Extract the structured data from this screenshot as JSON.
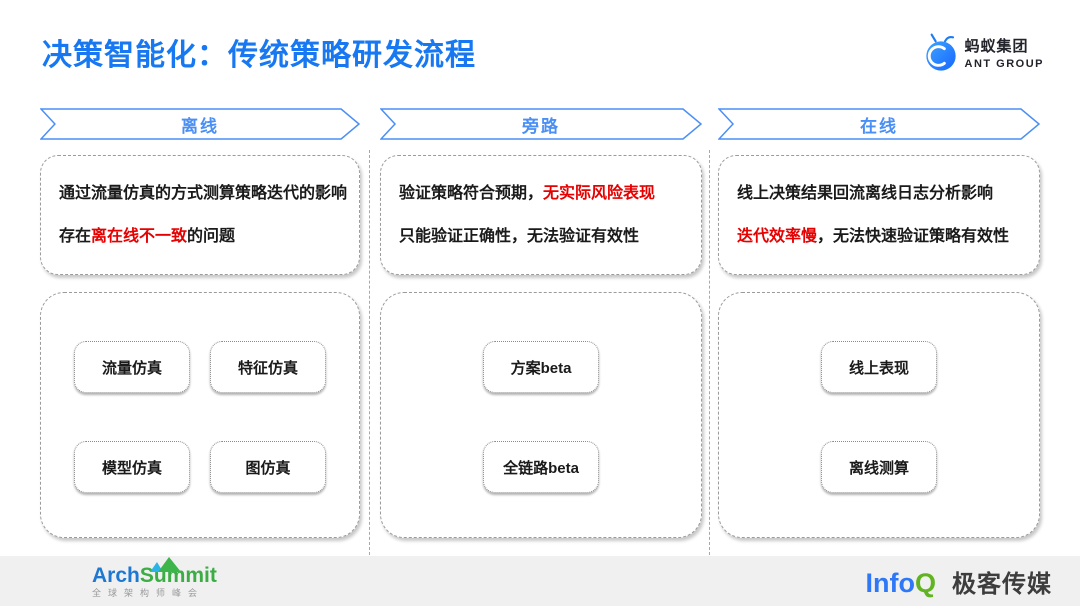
{
  "header": {
    "title": "决策智能化：传统策略研发流程",
    "logo": {
      "cn": "蚂蚁集团",
      "en": "ANT GROUP"
    }
  },
  "colors": {
    "title_blue": "#1778f2",
    "arrow_blue": "#4a8ff5",
    "highlight_red": "#e60000",
    "footer_bg": "#f0f0f1"
  },
  "columns": [
    {
      "header": "离线",
      "desc": [
        {
          "segs": [
            {
              "text": "通过流量仿真的方式测算策略迭代的影响"
            }
          ]
        },
        {
          "segs": [
            {
              "text": "存在"
            },
            {
              "text": "离在线不一致"
            },
            {
              "text": "的问题"
            }
          ]
        }
      ],
      "items": [
        "流量仿真",
        "特征仿真",
        "模型仿真",
        "图仿真"
      ]
    },
    {
      "header": "旁路",
      "desc": [
        {
          "segs": [
            {
              "text": "验证策略符合预期，"
            },
            {
              "text": "无实际风险表现"
            }
          ]
        },
        {
          "segs": [
            {
              "text": "只能验证正确性，无法验证有效性"
            }
          ]
        }
      ],
      "items": [
        "方案beta",
        "全链路beta"
      ]
    },
    {
      "header": "在线",
      "desc": [
        {
          "segs": [
            {
              "text": "线上决策结果回流离线日志分析影响"
            }
          ]
        },
        {
          "segs": [
            {
              "text": "迭代效率慢"
            },
            {
              "text": "，无法快速验证策略有效性"
            }
          ]
        }
      ],
      "items": [
        "线上表现",
        "离线测算"
      ]
    }
  ],
  "footer": {
    "archsummit": {
      "part1": "Arch",
      "part2": "Summit",
      "subtitle": "全球架构师峰会"
    },
    "infoq": {
      "part1": "Info",
      "part2": "Q",
      "media": "极客传媒"
    }
  }
}
